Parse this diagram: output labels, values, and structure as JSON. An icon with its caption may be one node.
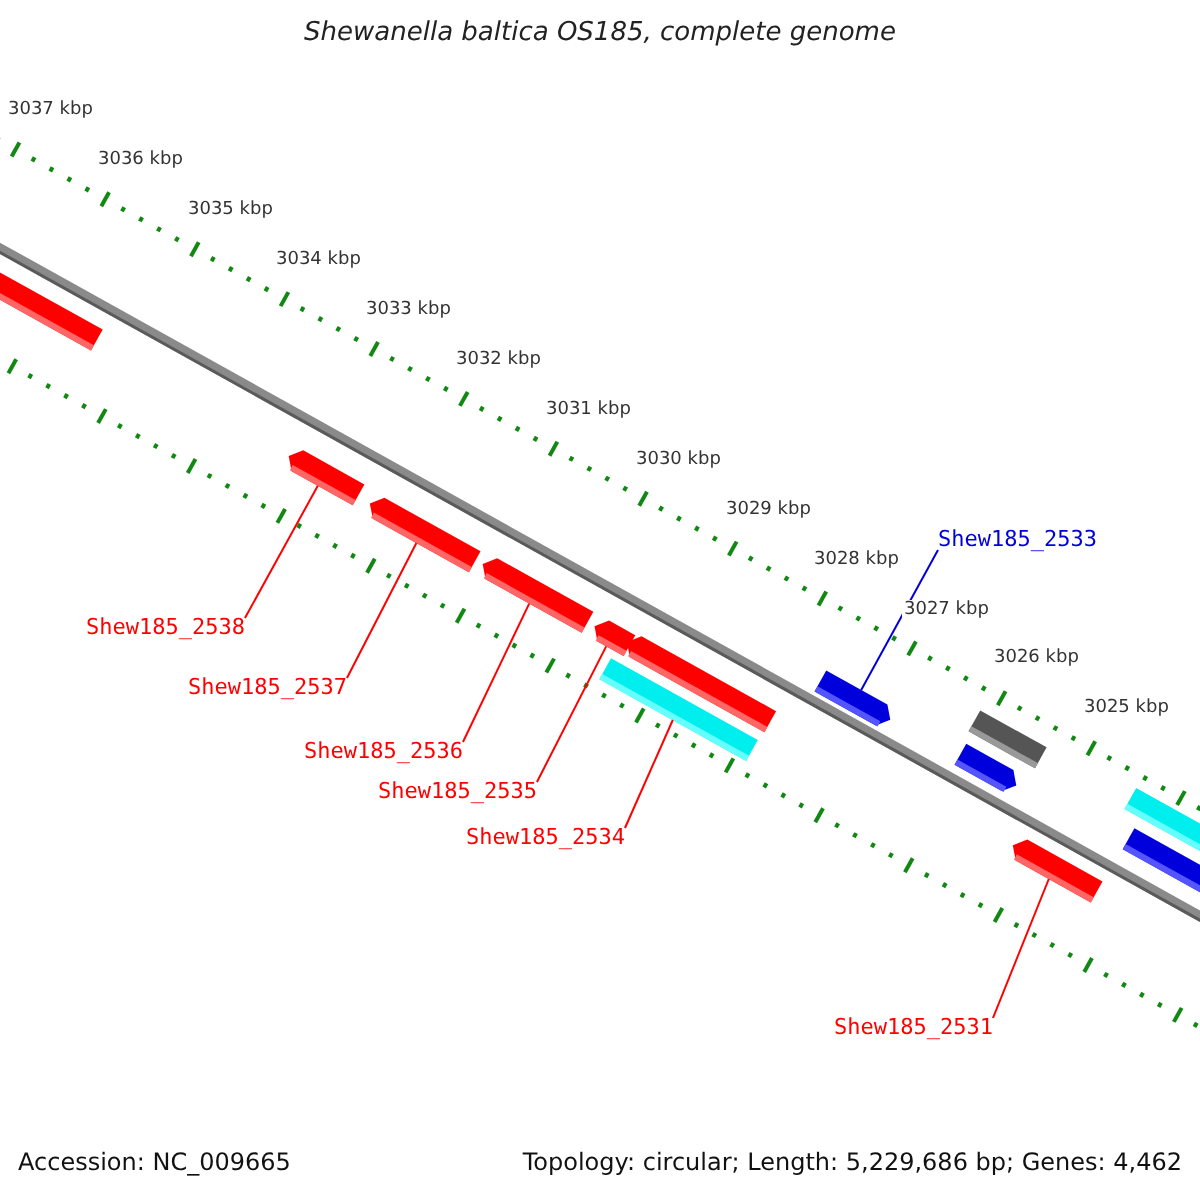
{
  "diagram": {
    "title": "Shewanella baltica OS185, complete genome",
    "nodes": [
      {
        "text": [
          "Shew185_2533"
        ]
      },
      {
        "text": [
          "Shew185_2538"
        ]
      },
      {
        "text": [
          "Shew185_2537"
        ]
      },
      {
        "text": [
          "Shew185_2536"
        ]
      },
      {
        "text": [
          "Shew185_2535"
        ]
      },
      {
        "text": [
          "Shew185_2534"
        ]
      },
      {
        "text": [
          "Shew185_2531"
        ]
      },
      {
        "text": [],
        "shape": "bar"
      },
      {
        "text": [],
        "shape": "bar"
      },
      {
        "text": [],
        "shape": "bar"
      },
      {
        "text": [],
        "shape": "bar"
      },
      {
        "text": [],
        "shape": "bar"
      },
      {
        "text": [],
        "shape": "bar"
      },
      {
        "text": [],
        "shape": "bar"
      }
    ],
    "edges": [
      {
        "from": 1,
        "to": 7,
        "arrow": "none"
      },
      {
        "from": 2,
        "to": 8,
        "arrow": "none"
      },
      {
        "from": 3,
        "to": 9,
        "arrow": "none"
      },
      {
        "from": 4,
        "to": 10,
        "arrow": "none"
      },
      {
        "from": 5,
        "to": 11,
        "arrow": "none"
      },
      {
        "from": 0,
        "to": 12,
        "arrow": "none",
        "color": "#0000dd"
      },
      {
        "from": 6,
        "to": 13,
        "arrow": "none"
      }
    ],
    "labels": [
      "3037 kbp",
      "3036 kbp",
      "3035 kbp",
      "3034 kbp",
      "3033 kbp",
      "3032 kbp",
      "3031 kbp",
      "3030 kbp",
      "3029 kbp",
      "3028 kbp",
      "3027 kbp",
      "3026 kbp",
      "3025 kbp",
      "Accession: NC_009665",
      "Topology: circular; Length: 5,229,686 bp; Genes: 4,462"
    ]
  }
}
